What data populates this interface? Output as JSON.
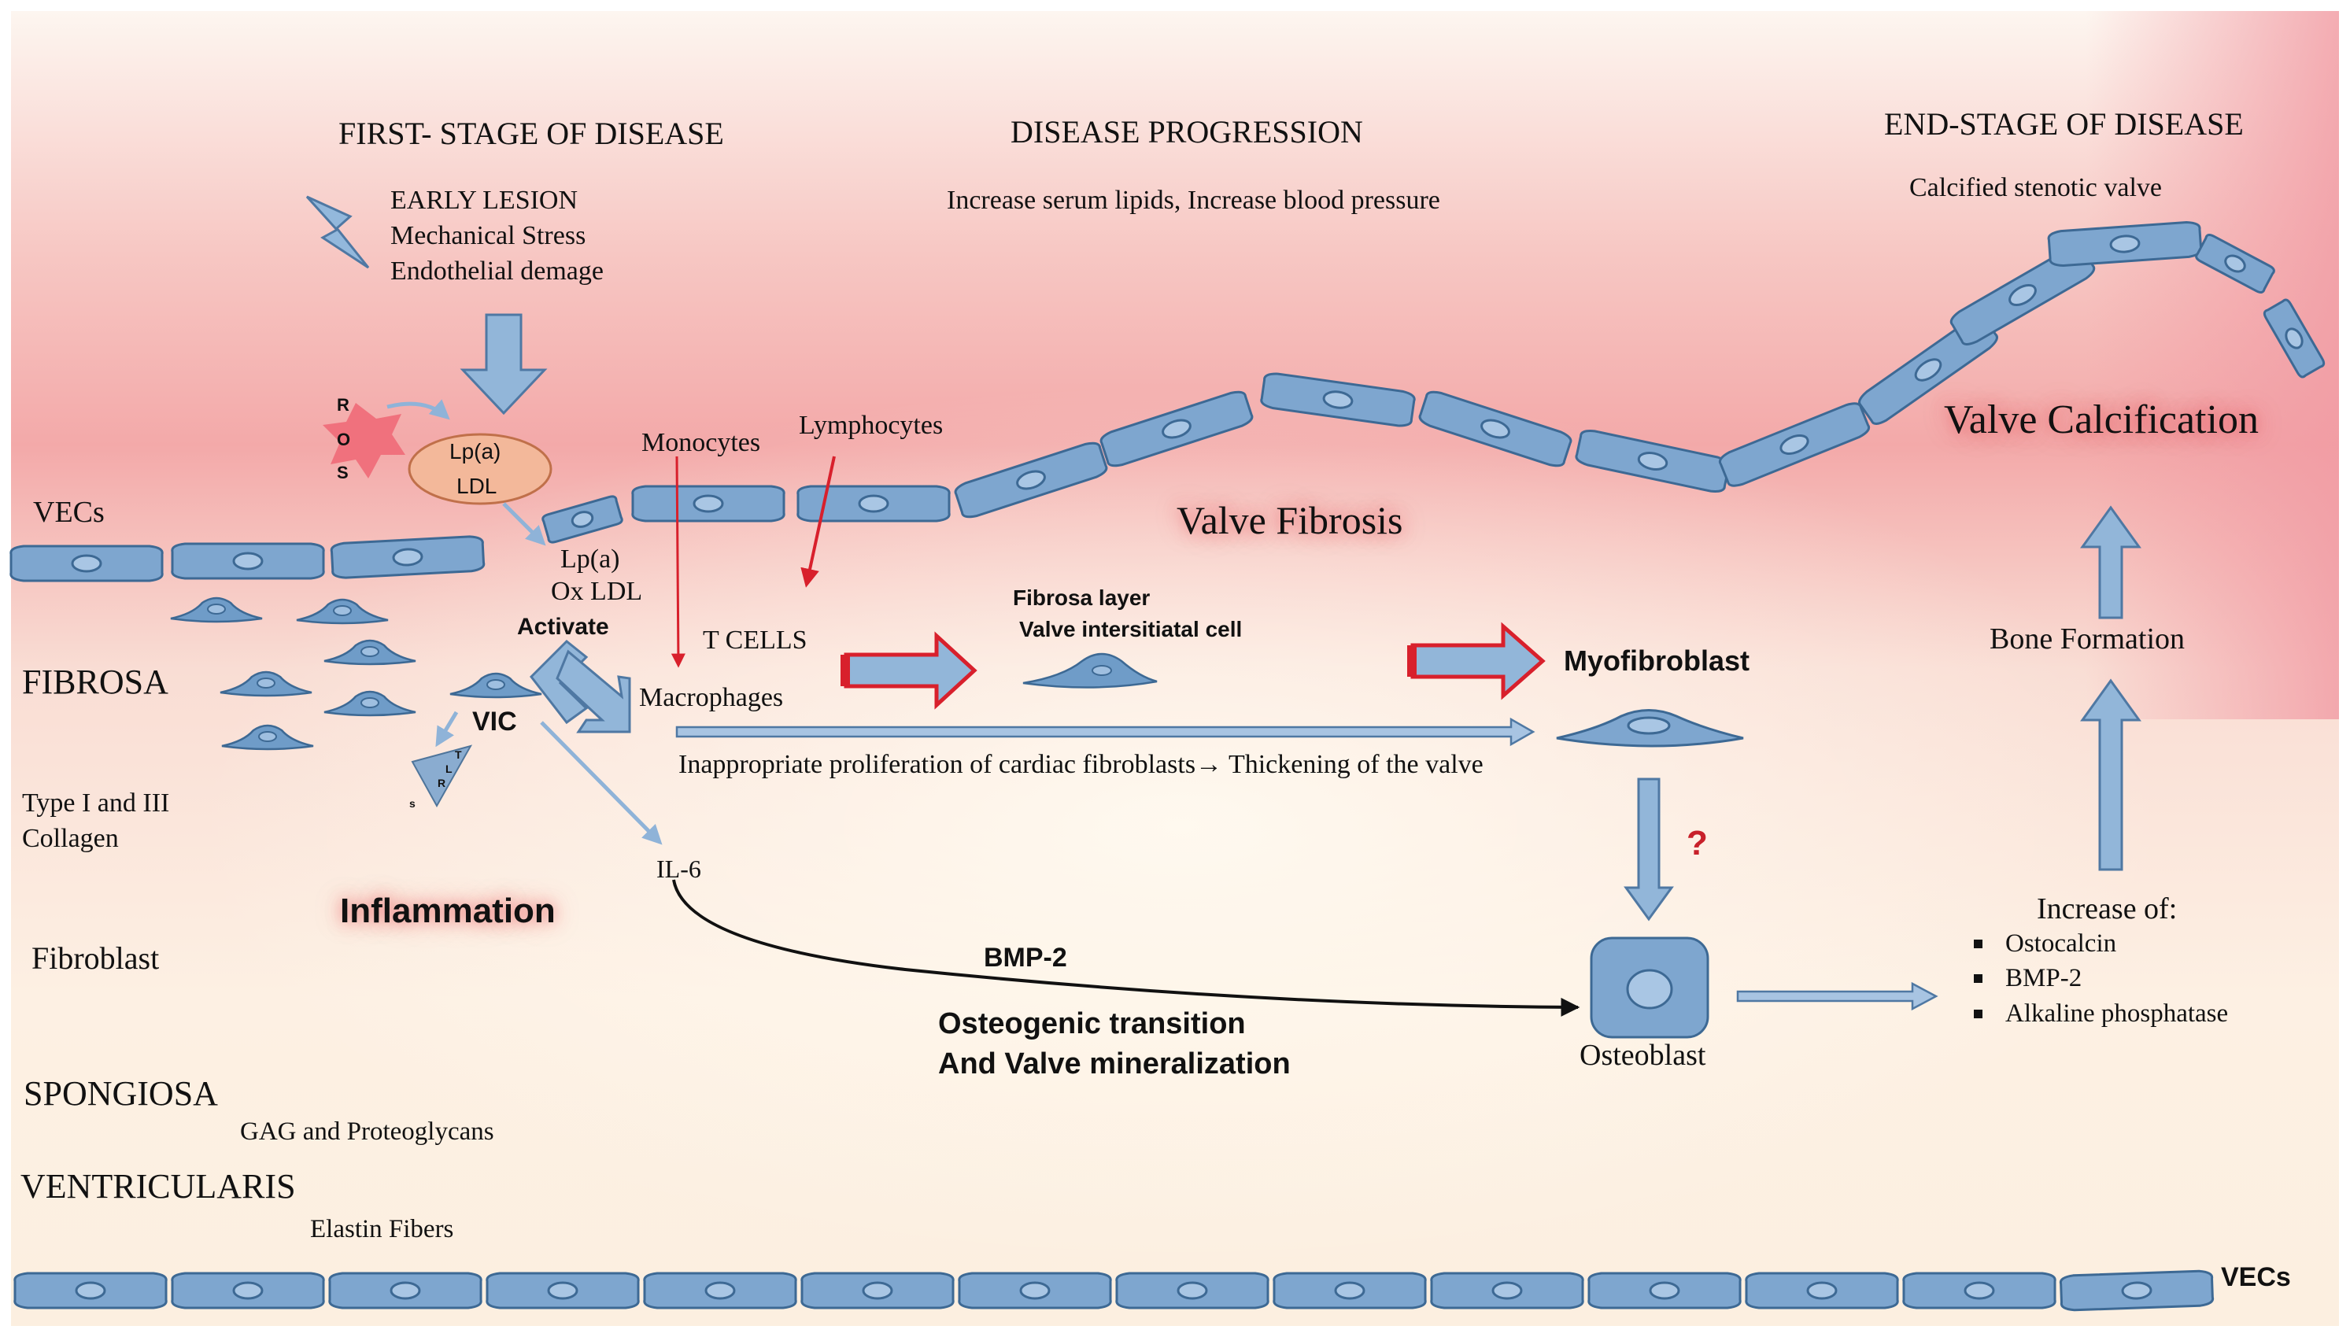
{
  "headings": {
    "first_stage": "FIRST- STAGE OF DISEASE",
    "progression": "DISEASE PROGRESSION",
    "end_stage": "END-STAGE OF DISEASE"
  },
  "early_lesion": {
    "title": "EARLY LESION",
    "line1": "Mechanical Stress",
    "line2": "Endothelial demage"
  },
  "progression_note": "Increase serum lipids, Increase blood pressure",
  "end_note": "Calcified stenotic valve",
  "ros": {
    "r": "R",
    "o": "O",
    "s": "S"
  },
  "lipo_oval": {
    "line1": "Lp(a)",
    "line2": "LDL"
  },
  "ox_ldl": {
    "line1": "Lp(a)",
    "line2": "Ox LDL"
  },
  "cells": {
    "monocytes": "Monocytes",
    "lymphocytes": "Lymphocytes",
    "t_cells": "T CELLS",
    "macrophages": "Macrophages",
    "activate": "Activate",
    "vic": "VIC",
    "tlrs": [
      "T",
      "L",
      "R",
      "s"
    ],
    "fibrosa_layer": "Fibrosa layer",
    "valve_interstitial": "Valve intersitiatal cell",
    "myofibroblast": "Myofibroblast",
    "osteoblast": "Osteoblast",
    "question": "?"
  },
  "processes": {
    "valve_fibrosis": "Valve Fibrosis",
    "valve_calcification": "Valve Calcification",
    "inflammation": "Inflammation",
    "bone_formation": "Bone Formation",
    "proliferation": "Inappropriate proliferation of cardiac fibroblasts→ Thickening of the valve",
    "il6": "IL-6",
    "bmp2": "BMP-2",
    "osteogenic_1": "Osteogenic transition",
    "osteogenic_2": "And Valve mineralization"
  },
  "increase": {
    "title": "Increase of:",
    "items": [
      "Ostocalcin",
      "BMP-2",
      "Alkaline phosphatase"
    ]
  },
  "layers": {
    "vecs_top": "VECs",
    "fibrosa": "FIBROSA",
    "collagen_1": "Type I and III",
    "collagen_2": "Collagen",
    "fibroblast": "Fibroblast",
    "spongiosa": "SPONGIOSA",
    "gag": "GAG and Proteoglycans",
    "ventricularis": "VENTRICULARIS",
    "elastin": "Elastin Fibers",
    "vecs_bottom": "VECs"
  },
  "colors": {
    "cell_fill": "#7ea6cf",
    "cell_stroke": "#3d6994",
    "arrow_blue": "#92b6d9",
    "arrow_red": "#d8202c",
    "ros_star": "#ef6a78",
    "oval_fill": "#f3b89a",
    "oval_stroke": "#c0704a",
    "question": "#c8202a"
  }
}
